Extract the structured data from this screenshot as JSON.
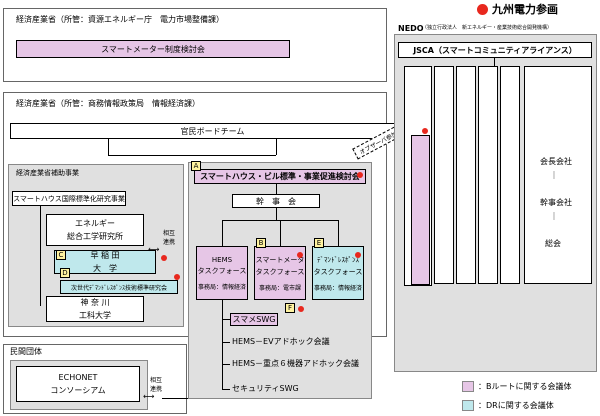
{
  "meti_energy": {
    "header": "経済産業省（所管：資源エネルギー庁　電力市場整備課）",
    "smart_meter_meeting": "スマートメーター制度検討会"
  },
  "meti_commerce": {
    "header": "経済産業省（所管：商務情報政策局　情報経済課）",
    "board_team": "官民ボードチーム",
    "subsidy": {
      "header": "経済産業省補助事業",
      "smarthouse_research": "スマートハウス国際標準化研究事業",
      "energy_institute_line1": "エネルギー",
      "energy_institute_line2": "総合工学研究所",
      "tag_c": "C",
      "waseda_line1": "早 稲 田",
      "waseda_line2": "大　学",
      "tag_d": "D",
      "dr_research": "次世代ﾃﾞﾏﾝﾄﾞﾚｽﾎﾟﾝｽ技術標準研究会",
      "kanagawa_line1": "神 奈 川",
      "kanagawa_line2": "工科大学"
    },
    "mutual_left": [
      "相互",
      "連携"
    ],
    "main_committee": {
      "tag_a": "A",
      "title": "スマートハウス・ビル標準・事業促進検討会",
      "secretariat": "幹　事　会",
      "hems_tf": {
        "line1": "HEMS",
        "line2": "タスクフォース",
        "office": "事務局：情報経済"
      },
      "tag_b": "B",
      "smartmeter_tf": {
        "line1": "スマートメータ",
        "line2": "タスクフォース",
        "office": "事務局：電市課"
      },
      "tag_e": "E",
      "dr_tf": {
        "line1": "ﾃﾞﾏﾝﾄﾞﾚｽﾎﾟﾝｽ",
        "line2": "タスクフォース",
        "office": "事務局：情報経済"
      },
      "tag_f": "F",
      "swg_items": [
        "スマメSWG",
        "HEMS－EVアドホック会議",
        "HEMS－重点６機器アドホック会議",
        "セキュリティSWG"
      ]
    },
    "observer": "オブザーバ参加"
  },
  "private": {
    "header": "民間団体",
    "echonet_line1": "ECHONET",
    "echonet_line2": "コンソーシアム",
    "mutual": [
      "相互",
      "連携"
    ]
  },
  "nedo": {
    "header_main": "NEDO",
    "header_sub": "（独立行政法人　新エネルギー・産業技術総合開発機構）",
    "jsca": "JSCA（スマートコミュニティアライアンス）",
    "general_meeting": "総会",
    "executive_company": "幹事会社",
    "chair_company": "会長会社",
    "dash": "｜"
  },
  "legend": {
    "participation": "九州電力参画",
    "b_route": "：Bルートに関する会議体",
    "dr": "：DRに関する会議体"
  },
  "colors": {
    "b_route": "#e6c6e6",
    "dr": "#bfe8ec",
    "participation_dot": "#e8281e",
    "tag": "#fff3a0"
  }
}
